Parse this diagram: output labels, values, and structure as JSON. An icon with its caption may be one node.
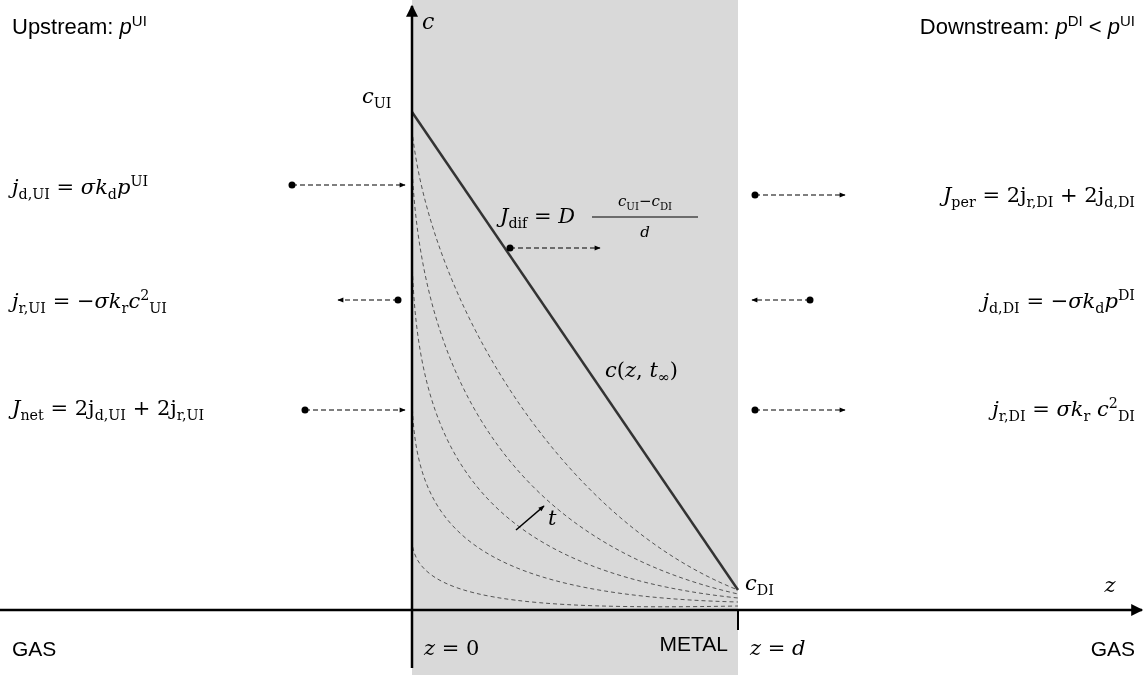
{
  "diagram": {
    "nodes": [
      {
        "text": [
          "METAL"
        ]
      }
    ],
    "labels": [
      "Upstream:  *p*$^{UI}$",
      "c",
      "Downstream:  *p*$^{DI}$ < *p*$^{UI}$",
      "*c*$_{UI}$",
      "*j*$_{d,UI}$ = *σk*$_{d}$*p*$^{UI}$",
      "*J*$_{dif}$ = *D*",
      "*c*$_{UI}$−*c*$_{DI}$",
      "d",
      "*J*$_{per}$ = 2j$_{r,DI}$ + 2j$_{d,DI}$",
      "*j*$_{r,UI}$  = −*σk*$_{r}$*c*$^{2}$$_{UI}$",
      "*j*$_{d,DI}$ = −*σk*$_{d}$*p*$^{DI}$",
      "*c*(*z*, *t*$_{∞}$)",
      "*J*$_{net}$ = 2j$_{d,UI}$ + 2j$_{r,UI}$",
      "*j*$_{r,DI}$  = *σk*$_{r}$ *c*$^{2}$$_{DI}$",
      "t",
      "*c*$_{DI}$",
      "z",
      "GAS",
      "*z* = 0",
      "*z* = *d*",
      "GAS"
    ]
  }
}
